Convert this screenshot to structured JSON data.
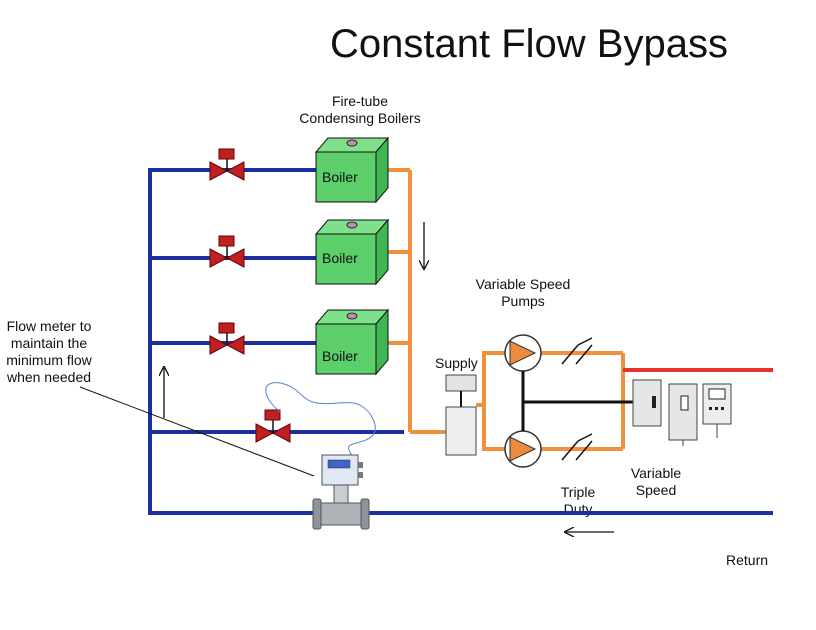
{
  "title": "Constant Flow Bypass",
  "labels": {
    "boilers_heading_line1": "Fire-tube",
    "boilers_heading_line2": "Condensing Boilers",
    "pumps_heading_line1": "Variable Speed",
    "pumps_heading_line2": "Pumps",
    "flow_meter_line1": "Flow meter to",
    "flow_meter_line2": "maintain the",
    "flow_meter_line3": "minimum flow",
    "flow_meter_line4": "when needed",
    "supply": "Supply",
    "triple_duty_line1": "Triple",
    "triple_duty_line2": "Duty",
    "variable_speed_line1": "Variable",
    "variable_speed_line2": "Speed",
    "return": "Return"
  },
  "boilers": [
    {
      "label": "Boiler"
    },
    {
      "label": "Boiler"
    },
    {
      "label": "Boiler"
    }
  ],
  "colors": {
    "return_pipe": "#1c2fa0",
    "supply_pipe": "#f0913f",
    "hot_supply": "#e53329",
    "boiler_fill": "#5ccf6b",
    "valve": "#c02020",
    "pump": "#ef8a3c"
  }
}
